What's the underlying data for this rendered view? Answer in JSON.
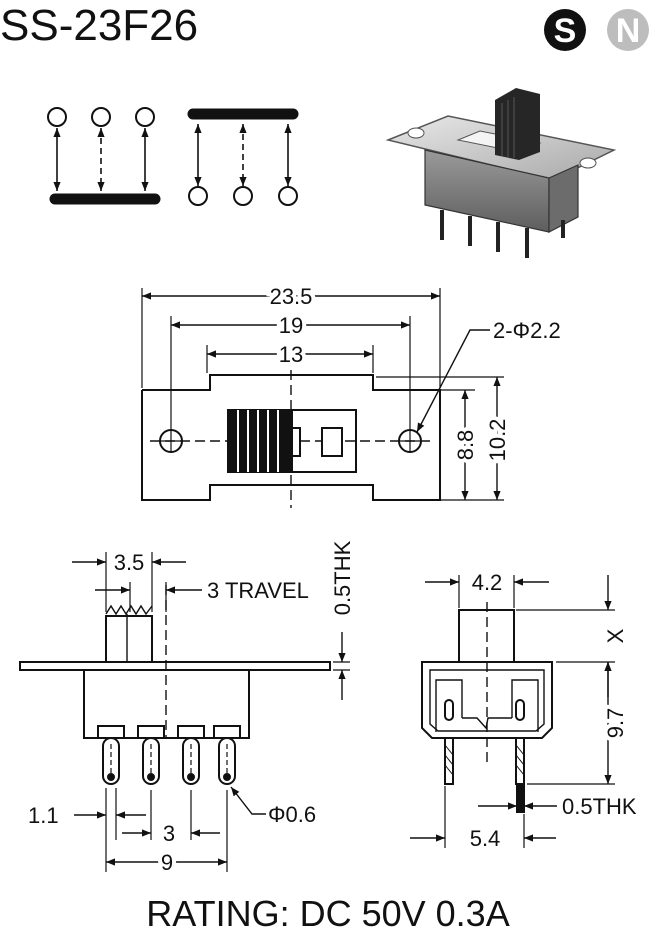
{
  "title": "SS-23F26",
  "logos": {
    "s_letter": "S",
    "n_letter": "N"
  },
  "top_view": {
    "dim_overall": "23.5",
    "dim_holes": "19",
    "dim_slot": "13",
    "hole_callout": "2-Φ2.2",
    "dim_height_inner": "8.8",
    "dim_height_outer": "10.2"
  },
  "side_view": {
    "dim_actuator": "3.5",
    "travel": "3 TRAVEL",
    "plate_thickness": "0.5THK",
    "pin_width": "1.1",
    "pin_pitch": "3",
    "pin_span": "9",
    "pin_diameter": "Φ0.6"
  },
  "end_view": {
    "dim_actuator": "4.2",
    "dim_x": "X",
    "dim_height": "9.7",
    "pin_thickness": "0.5THK",
    "pin_row_spacing": "5.4"
  },
  "rating": "RATING: DC 50V 0.3A"
}
